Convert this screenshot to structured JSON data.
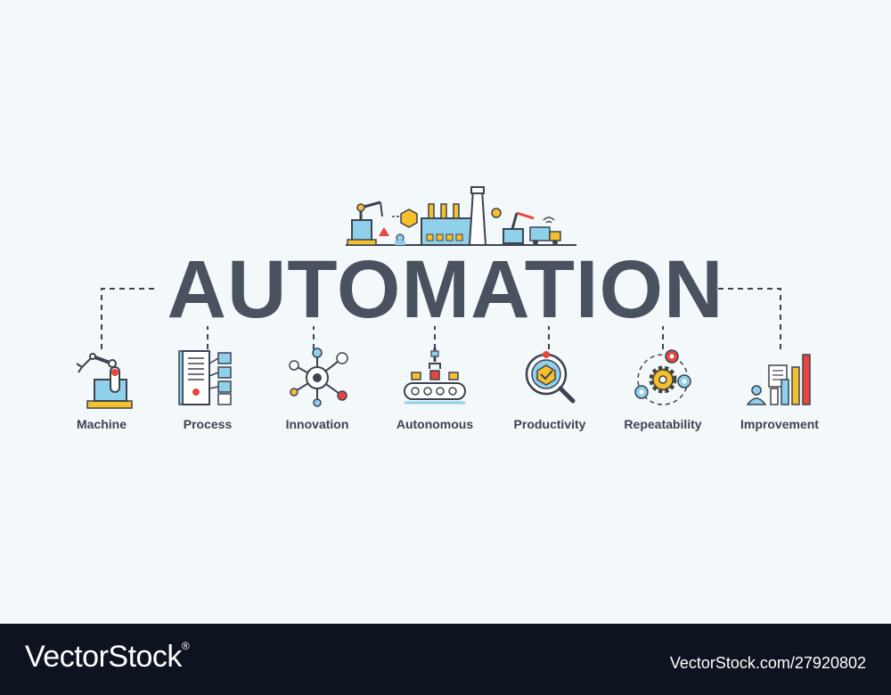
{
  "banner": {
    "title": "AUTOMATION",
    "items": [
      {
        "label": "Machine",
        "icon": "robot-arm-icon"
      },
      {
        "label": "Process",
        "icon": "server-blocks-icon"
      },
      {
        "label": "Innovation",
        "icon": "network-eye-icon"
      },
      {
        "label": "Autonomous",
        "icon": "conveyor-icon"
      },
      {
        "label": "Productivity",
        "icon": "magnifier-check-icon"
      },
      {
        "label": "Repeatability",
        "icon": "gears-cycle-icon"
      },
      {
        "label": "Improvement",
        "icon": "growth-chart-icon"
      }
    ]
  },
  "footer": {
    "brand": "VectorStock",
    "registered": "®",
    "id": "VectorStock.com/27920802"
  },
  "colors": {
    "background": "#f3f8fb",
    "title": "#4a5260",
    "outline": "#3d4350",
    "yellow": "#f5c02c",
    "blue": "#8fd0ea",
    "red": "#e8453c",
    "footer": "#0e1320"
  }
}
